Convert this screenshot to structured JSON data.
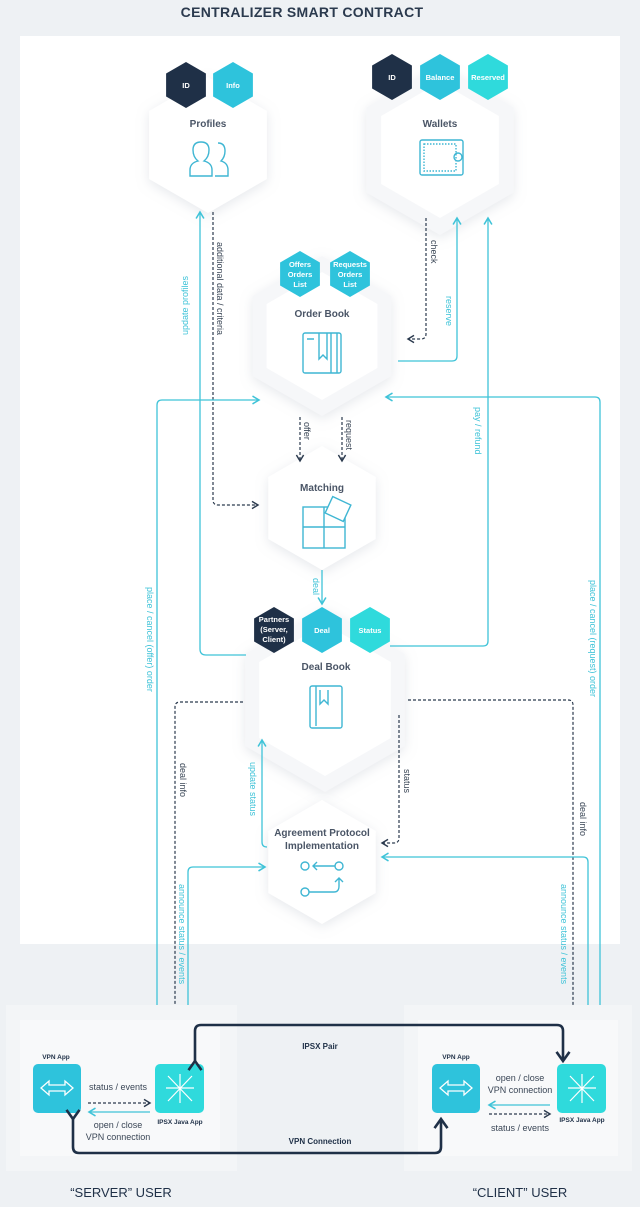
{
  "title": "CENTRALIZER SMART CONTRACT",
  "colors": {
    "dark": "#1f3047",
    "teal": "#2ec3dc",
    "aqua": "#2fdadc",
    "background": "#eef1f4"
  },
  "nodes": {
    "profiles": {
      "label": "Profiles",
      "badges": [
        "ID",
        "Info"
      ],
      "icon": "users-icon"
    },
    "wallets": {
      "label": "Wallets",
      "badges": [
        "ID",
        "Balance",
        "Reserved"
      ],
      "icon": "wallet-icon"
    },
    "order_book": {
      "label": "Order Book",
      "badges": [
        [
          "Offers",
          "Orders",
          "List"
        ],
        [
          "Requests",
          "Orders",
          "List"
        ]
      ],
      "icon": "book-icon"
    },
    "matching": {
      "label": "Matching",
      "icon": "puzzle-icon"
    },
    "deal_book": {
      "label": "Deal Book",
      "badges": [
        [
          "Partners",
          "(Server,",
          "Client)"
        ],
        "Deal",
        "Status"
      ],
      "icon": "bookmark-book-icon"
    },
    "agreement": {
      "label": [
        "Agreement Protocol",
        "Implementation"
      ],
      "icon": "flow-icon"
    }
  },
  "edges": {
    "update_profiles": "update profiles",
    "additional_data": "additional data / criteria",
    "check": "check",
    "reserve": "reserve",
    "pay_refund": "pay / refund",
    "offer": "offer",
    "request": "request",
    "deal": "deal",
    "place_offer": "place / cancel (offer) order",
    "place_request": "place / cancel (request) order",
    "deal_info": "deal info",
    "update_status": "update status",
    "status": "status",
    "announce": "announce status / events"
  },
  "users": {
    "server": {
      "label": "“SERVER” USER",
      "vpn_app": "VPN App",
      "java_app": "IPSX Java App",
      "status_events": "status / events",
      "open_close": [
        "open / close",
        "VPN connection"
      ]
    },
    "client": {
      "label": "“CLIENT” USER",
      "vpn_app": "VPN App",
      "java_app": "IPSX Java App",
      "status_events": "status / events",
      "open_close": [
        "open / close",
        "VPN connection"
      ]
    },
    "ipsx_pair": "IPSX Pair",
    "vpn_connection": "VPN Connection"
  }
}
